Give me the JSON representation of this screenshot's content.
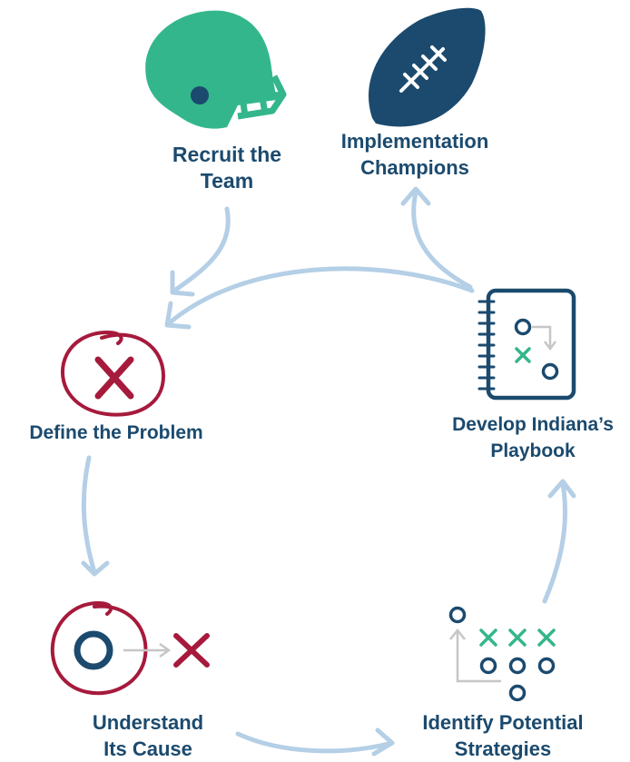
{
  "colors": {
    "navy": "#1b4a6e",
    "green": "#34b68c",
    "crimson": "#a61a3c",
    "arrow": "#b4cfe6",
    "grey": "#c6c6c6"
  },
  "icons": {
    "helmet": "football-helmet-icon",
    "football": "football-icon",
    "playbook": "playbook-notebook-icon",
    "problem": "circled-x-icon",
    "cause": "circled-o-to-x-icon",
    "strategies": "play-formation-icon"
  },
  "steps": {
    "recruit": {
      "line1": "Recruit the",
      "line2": "Team"
    },
    "champions": {
      "line1": "Implementation",
      "line2": "Champions"
    },
    "define": {
      "line1": "Define the Problem"
    },
    "understand": {
      "line1": "Understand",
      "line2": "Its Cause"
    },
    "identify": {
      "line1": "Identify Potential",
      "line2": "Strategies"
    },
    "develop": {
      "line1": "Develop Indiana’s",
      "line2": "Playbook"
    }
  }
}
